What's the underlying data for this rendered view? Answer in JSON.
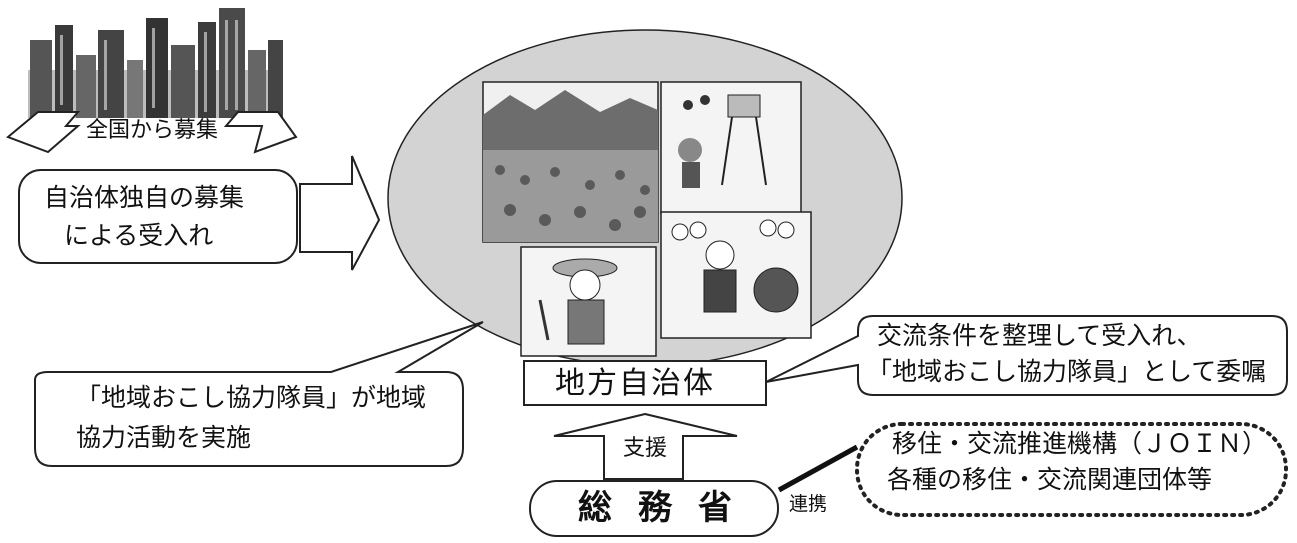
{
  "banner": {
    "label": "全国から募集"
  },
  "recruit_box": {
    "line1": "自治体独自の募集",
    "line2": "による受入れ"
  },
  "activity_box": {
    "line1": "「地域おこし協力隊員」が地域",
    "line2": "協力活動を実施"
  },
  "local_gov": {
    "label": "地方自治体"
  },
  "commission_box": {
    "line1": "交流条件を整理して受入れ、",
    "line2": "「地域おこし協力隊員」として委嘱"
  },
  "support_arrow": {
    "label": "支援"
  },
  "ministry": {
    "label": "総務省"
  },
  "partner_box": {
    "line1": "移住・交流推進機構（ＪＯＩＮ）",
    "line2": "各種の移住・交流関連団体等"
  },
  "link_label": {
    "label": "連携"
  },
  "colors": {
    "ellipse_fill": "#d3d3d3",
    "stroke": "#222222",
    "photo_bg": "#eeeeee"
  },
  "icons": [
    "city-skyline-icon",
    "rural-landscape-icon",
    "festival-tower-icon",
    "farmer-icon",
    "festival-dancer-icon"
  ]
}
